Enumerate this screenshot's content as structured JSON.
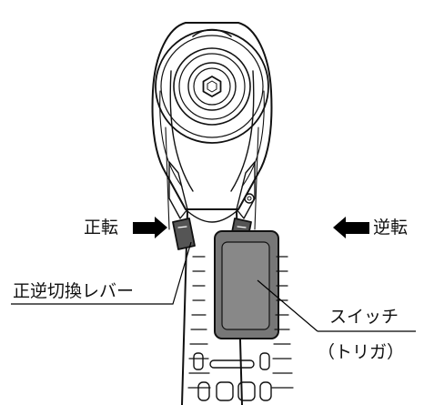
{
  "labels": {
    "forward": "正転",
    "reverse": "逆転",
    "selector_lever": "正逆切換レバー",
    "switch_line1": "スイッチ",
    "switch_line2": "（トリガ）"
  }
}
